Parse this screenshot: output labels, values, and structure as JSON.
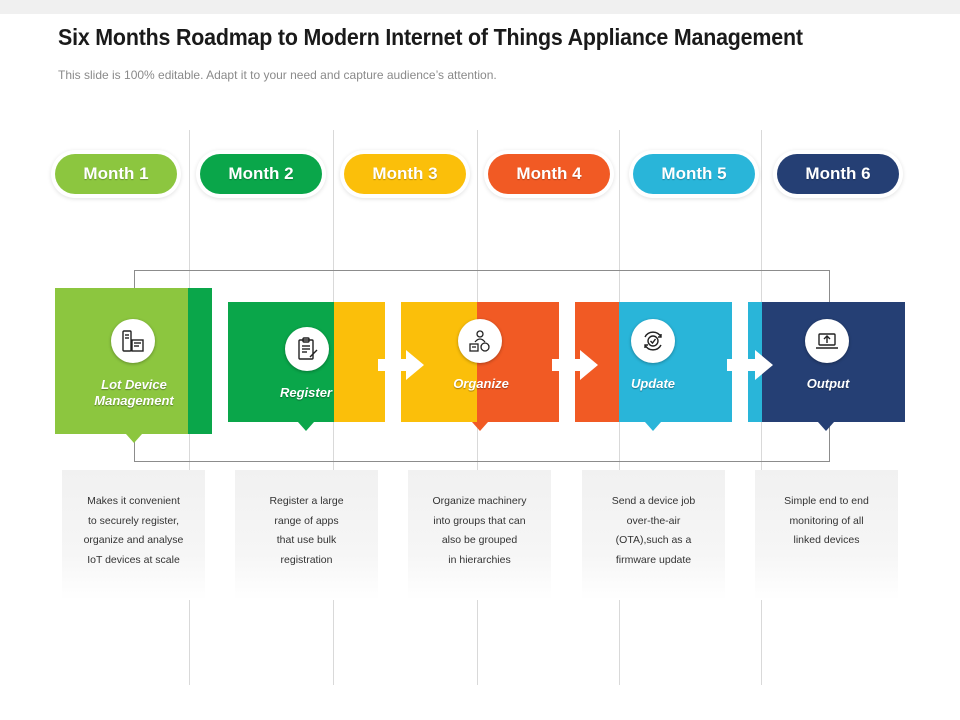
{
  "header": {
    "title": "Six Months Roadmap to Modern Internet of Things Appliance Management",
    "subtitle": "This slide is 100% editable. Adapt it to your need and capture audience’s attention."
  },
  "months": [
    {
      "label": "Month 1",
      "color": "#8cc63f"
    },
    {
      "label": "Month 2",
      "color": "#0aa64a"
    },
    {
      "label": "Month 3",
      "color": "#fbbf0a"
    },
    {
      "label": "Month 4",
      "color": "#f15a24"
    },
    {
      "label": "Month 5",
      "color": "#29b5d9"
    },
    {
      "label": "Month 6",
      "color": "#253f74"
    }
  ],
  "steps": [
    {
      "label": "Lot Device\nManagement",
      "icon": "device-management-icon",
      "color": "#8cc63f"
    },
    {
      "label": "Register",
      "icon": "clipboard-register-icon",
      "color": "#0aa64a"
    },
    {
      "label": "Organize",
      "icon": "team-organize-icon",
      "color": "#f15a24"
    },
    {
      "label": "Update",
      "icon": "refresh-check-icon",
      "color": "#29b5d9"
    },
    {
      "label": "Output",
      "icon": "laptop-upload-icon",
      "color": "#253f74"
    }
  ],
  "descriptions": [
    "Makes it convenient\nto securely register,\norganize and analyse\nIoT devices at scale",
    "Register a large\nrange of apps\nthat use bulk\nregistration",
    "Organize machinery\ninto groups that can\nalso be grouped\nin hierarchies",
    "Send a device job\nover-the-air\n(OTA),such as a\nfirmware update",
    "Simple  end to end\nmonitoring of all\nlinked devices"
  ]
}
